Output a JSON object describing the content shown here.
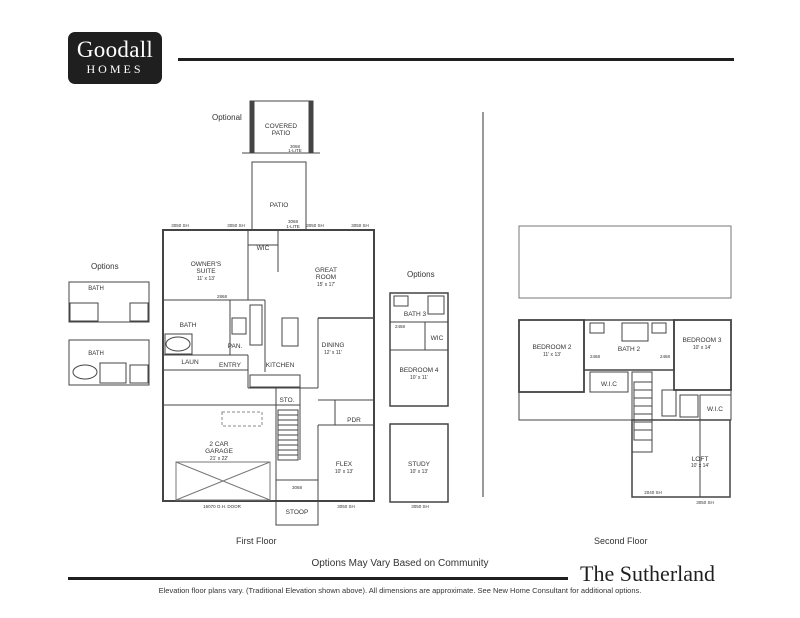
{
  "brand": {
    "name": "Goodall",
    "sub": "HOMES"
  },
  "plan_title": "The Sutherland",
  "options_note": "Options May Vary Based on Community",
  "disclaimer": "Elevation floor plans vary. (Traditional Elevation shown above). All dimensions are approximate. See New Home Consultant for additional options.",
  "labels": {
    "optional": "Optional",
    "options_left": "Options",
    "options_right": "Options",
    "first_floor": "First Floor",
    "second_floor": "Second Floor"
  },
  "rooms": {
    "covered_patio": [
      "COVERED",
      "PATIO"
    ],
    "patio": "PATIO",
    "wic": "WIC",
    "owners_suite": [
      "OWNER'S",
      "SUITE"
    ],
    "owners_suite_dim": "11' x 13'",
    "great_room": [
      "GREAT",
      "ROOM"
    ],
    "great_room_dim": "15' x 17'",
    "bath": "BATH",
    "dining": "DINING",
    "dining_dim": "12' x 11'",
    "pan": "PAN.",
    "laun": "LAUN",
    "entry": "ENTRY",
    "kitchen": "KITCHEN",
    "sto": "STO.",
    "pdr": "PDR",
    "garage": [
      "2 CAR",
      "GARAGE"
    ],
    "garage_dim": "21' x 22'",
    "flex": "FLEX",
    "flex_dim": "10' x 13'",
    "stoop": "STOOP",
    "bath3": "BATH 3",
    "bedroom4": "BEDROOM 4",
    "bedroom4_dim": "10' x 11'",
    "study": "STUDY",
    "study_dim": "10' x 13'",
    "bedroom2": "BEDROOM 2",
    "bedroom2_dim": "11' x 13'",
    "bath2": "BATH 2",
    "bedroom3": "BEDROOM 3",
    "bedroom3_dim": "10' x 14'",
    "wic_upper": "W.I.C",
    "loft": "LOFT",
    "loft_dim": "10' x 14'"
  },
  "callouts": {
    "window_3050": "3050 SH",
    "door_3068": "3068",
    "lite": "1-LITE",
    "garage_door": "16070 O.H. DOOR",
    "window_3050_short": "3050 SH",
    "window_2040": "2040 SH",
    "window_2468": "2468",
    "door_2868": "2868"
  },
  "colors": {
    "ink": "#1f1f1f",
    "wall": "#444444",
    "roof": "#777777"
  }
}
